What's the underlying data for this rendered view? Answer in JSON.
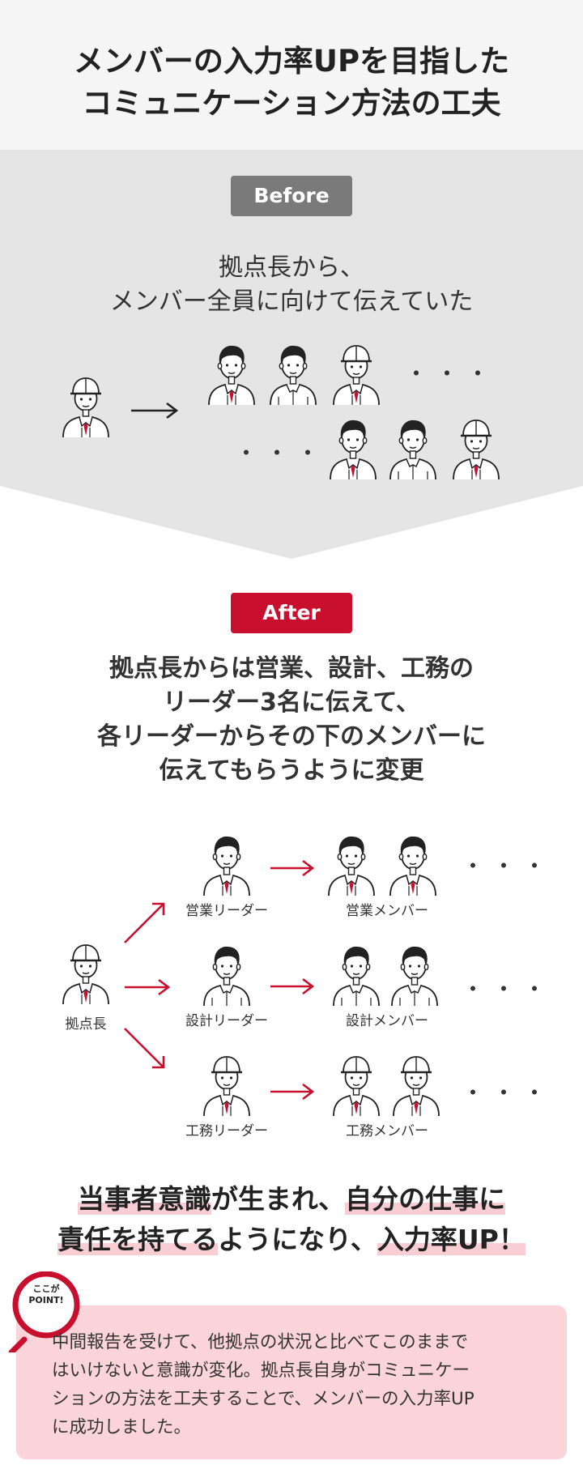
{
  "title": {
    "line1": "メンバーの入力率UPを目指した",
    "line2": "コミュニケーション方法の工夫"
  },
  "before": {
    "badge": "Before",
    "text_line1": "拠点長から、",
    "text_line2": "メンバー全員に向けて伝えていた",
    "dots": "・・・"
  },
  "after": {
    "badge": "After",
    "text_line1": "拠点長からは営業、設計、工務の",
    "text_line2": "リーダー3名に伝えて、",
    "text_line3": "各リーダーからその下のメンバーに",
    "text_line4": "伝えてもらうように変更",
    "dots": "・・・",
    "labels": {
      "chief": "拠点長",
      "sales_leader": "営業リーダー",
      "sales_members": "営業メンバー",
      "design_leader": "設計リーダー",
      "design_members": "設計メンバー",
      "construction_leader": "工務リーダー",
      "construction_members": "工務メンバー"
    }
  },
  "result": {
    "l1_a": "当事者意識",
    "l1_b": "が生まれ、",
    "l1_c": "自分の仕事に",
    "l2_a": "責任を持てる",
    "l2_b": "ようになり、",
    "l2_c": "入力率UP！"
  },
  "point": {
    "badge_line1": "ここが",
    "badge_line2": "POINT!",
    "line1": "中間報告を受けて、他拠点の状況と比べてこのままで",
    "line2": "はいけないと意識が変化。拠点長自身がコミュニケー",
    "line3": "ションの方法を工夫することで、メンバーの入力率UP",
    "line4": "に成功しました。"
  },
  "colors": {
    "accent": "#c8102e",
    "before_badge": "#7a7a7a",
    "before_bg": "#e5e5e5",
    "highlight": "#f9cdd4",
    "point_bg": "#fbd4da"
  }
}
